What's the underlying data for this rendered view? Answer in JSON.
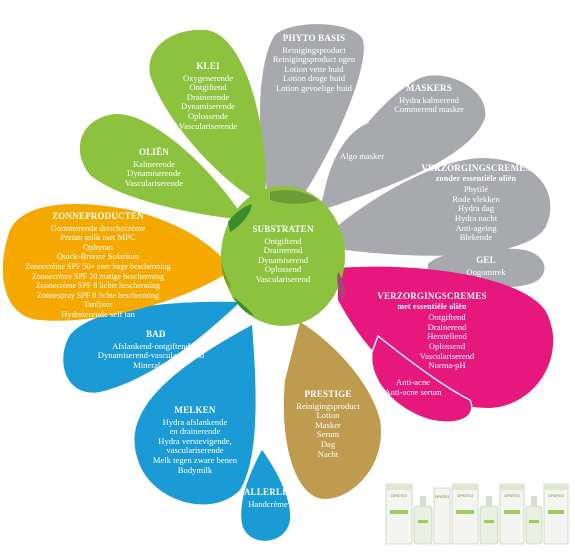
{
  "center": {
    "title": "SUBSTRATEN",
    "lines": [
      "Ontgiftend",
      "Drainerend",
      "Dynamiserend",
      "Oplossend",
      "Vasculariserend"
    ]
  },
  "petals": {
    "phyto": {
      "title": "PHYTO BASIS",
      "lines": [
        "Reinigingsproduct",
        "Reinigingsproduct ogen",
        "Lotion vette huid",
        "Lotion droge huid",
        "Lotion gevoelige huid"
      ]
    },
    "maskers": {
      "title": "MASKERS",
      "lines": [
        "Hydra kalmerend",
        "Commerend masker"
      ]
    },
    "algo": {
      "lines": [
        "Algo masker"
      ]
    },
    "verz_zonder": {
      "title": "VERZORGINGSCREMES",
      "subtitle": "zonder essentiële oliën",
      "lines": [
        "Phytilé",
        "Rode vlekken",
        "Hydra dag",
        "Hydra nacht",
        "Anti-ageing",
        "Blekende"
      ]
    },
    "gel": {
      "title": "GEL",
      "lines": [
        "Oogomtrek"
      ]
    },
    "verz_met": {
      "title": "VERZORGINGSCREMES",
      "subtitle": "met essentiële oliën",
      "lines": [
        "Ontgiftend",
        "Drainerend",
        "Herstellend",
        "Oplossend",
        "Vasculariserend",
        "Norma-pH"
      ]
    },
    "acne": {
      "lines": [
        "Anti-acne",
        "Anti-acne serum"
      ]
    },
    "prestige": {
      "title": "PRESTIGE",
      "lines": [
        "Reinigingsproduct",
        "Lotion",
        "Masker",
        "Serum",
        "Dag",
        "Nacht"
      ]
    },
    "allerlei": {
      "title": "ALLERLEI",
      "lines": [
        "Handcrème"
      ]
    },
    "melken": {
      "title": "MELKEN",
      "lines": [
        "Hydra afslankende",
        "en drainerende",
        "Hydra verstevigende,",
        "vasculariserende",
        "Melk tegen zware benen",
        "Bodymilk"
      ]
    },
    "bad": {
      "title": "BAD",
      "lines": [
        "Afslankend-ontgiftend",
        "Dynamiserend-vasculariserend",
        "Mineralgo"
      ]
    },
    "zon": {
      "title": "ZONNEPRODUCTEN",
      "lines": [
        "Gommerende douchecrème",
        "Pretan milk met MPC",
        "Ophyran",
        "Quick-Bronze Solarium",
        "Zonnecrème SPF 50+ zeer hoge bescherming",
        "Zonnecrème SPF 20 matige bescherming",
        "Zonnecrème SPF 8 lichte bescherming",
        "Zonnespray SPF 8 lichte bescherming",
        "Tanfixer",
        "Hydraterende self tan"
      ]
    },
    "olien": {
      "title": "OLIËN",
      "lines": [
        "Kalmerende",
        "Dynamiserende",
        "Vasculariserende"
      ]
    },
    "klei": {
      "title": "KLEI",
      "lines": [
        "Oxygenerende",
        "Ontgiftend",
        "Drainerende",
        "Dynamiserende",
        "Oplossende",
        "Vasculariserende"
      ]
    }
  },
  "bottles": [
    "OPATEO",
    "OPATEO",
    "OPATEO",
    "OPATEO",
    "OPATEO"
  ],
  "colors": {
    "green": "#8DC23F",
    "grey": "#A7A9AC",
    "magenta": "#E6177D",
    "gold": "#BE9B4F",
    "blue": "#1B9BD5",
    "orange": "#F5A800",
    "dark_green": "#3B8C2E"
  }
}
